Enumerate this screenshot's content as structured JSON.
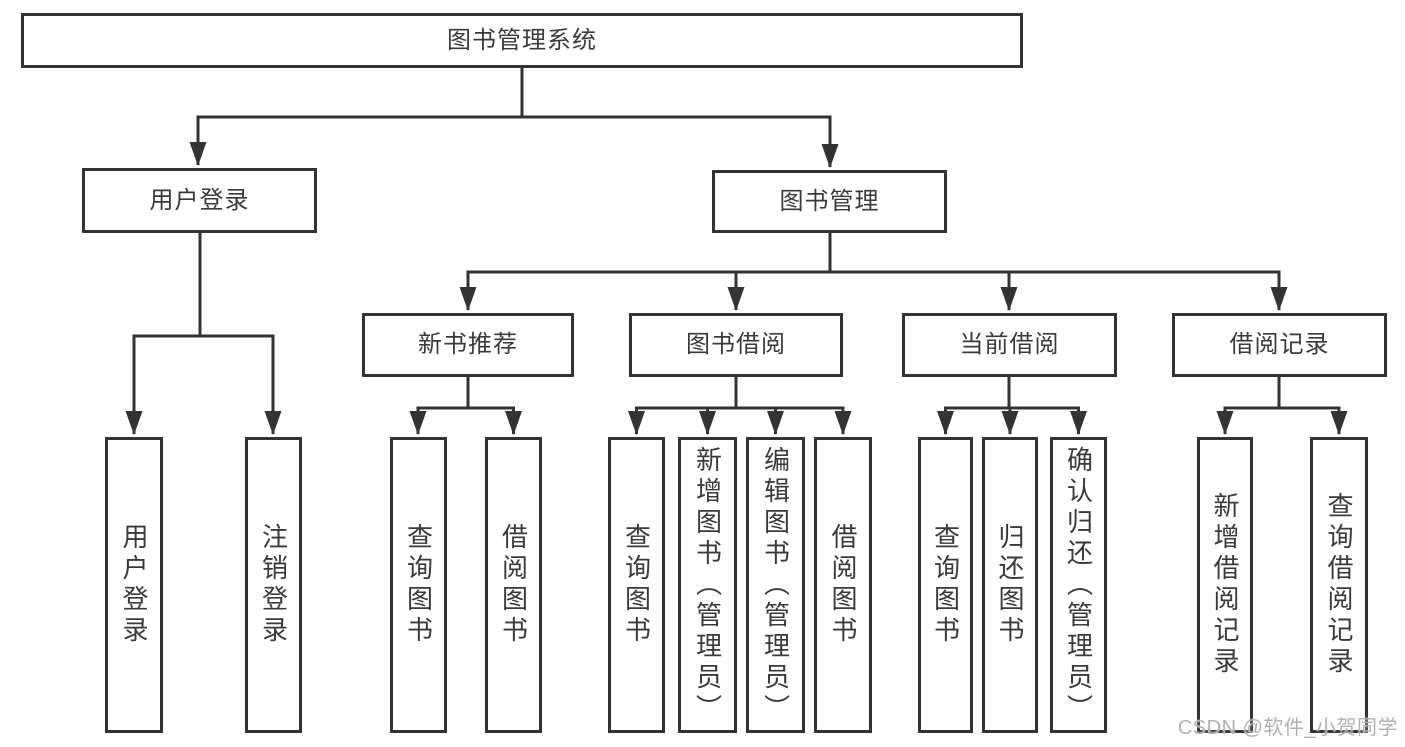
{
  "diagram": {
    "root": "图书管理系统",
    "user": {
      "label": "用户登录",
      "children": [
        "用户登录",
        "注销登录"
      ]
    },
    "book": {
      "label": "图书管理",
      "groups": [
        {
          "label": "新书推荐",
          "children": [
            "查询图书",
            "借阅图书"
          ]
        },
        {
          "label": "图书借阅",
          "children": [
            "查询图书",
            "新增图书（管理员）",
            "编辑图书（管理员）",
            "借阅图书"
          ]
        },
        {
          "label": "当前借阅",
          "children": [
            "查询图书",
            "归还图书",
            "确认归还（管理员）"
          ]
        },
        {
          "label": "借阅记录",
          "children": [
            "新增借阅记录",
            "查询借阅记录"
          ]
        }
      ]
    }
  },
  "watermark": "CSDN @软件_小贺同学",
  "colors": {
    "line": "#333333",
    "text": "#3a3a3a",
    "watermark": "#b0b0b0",
    "background": "#ffffff"
  }
}
